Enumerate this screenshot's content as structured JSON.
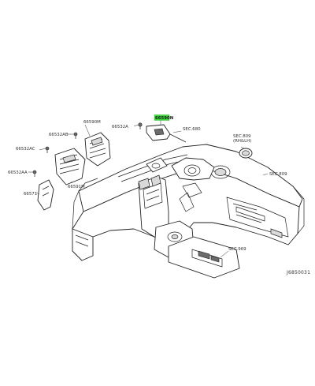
{
  "highlight_color": "#3ddc3d",
  "figure_id": "J6850031",
  "callouts": [
    {
      "id": "66590N",
      "text": "66590N",
      "highlighted": true
    },
    {
      "id": "66532A",
      "text": "66532A",
      "highlighted": false
    },
    {
      "id": "sec680",
      "text": "SEC.680",
      "highlighted": false
    },
    {
      "id": "66590M",
      "text": "66590M",
      "highlighted": false
    },
    {
      "id": "66532AB",
      "text": "66532AB",
      "highlighted": false
    },
    {
      "id": "66532AC",
      "text": "66532AC",
      "highlighted": false
    },
    {
      "id": "66532AA",
      "text": "66532AA",
      "highlighted": false
    },
    {
      "id": "66591M",
      "text": "66591M",
      "highlighted": false
    },
    {
      "id": "66571",
      "text": "66571",
      "highlighted": false
    },
    {
      "id": "sec809a",
      "text": "SEC.809",
      "highlighted": false
    },
    {
      "id": "rhlh",
      "text": "(RH&LH)",
      "highlighted": false
    },
    {
      "id": "sec809b",
      "text": "SEC.809",
      "highlighted": false
    },
    {
      "id": "sec969",
      "text": "SEC.969",
      "highlighted": false
    }
  ]
}
